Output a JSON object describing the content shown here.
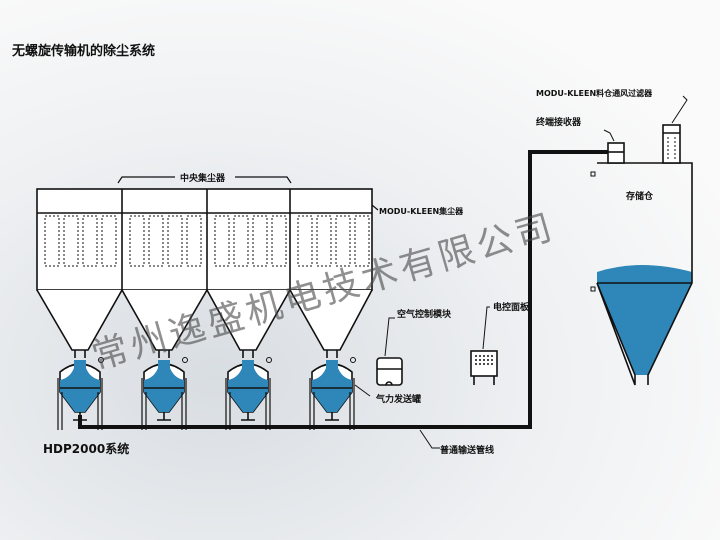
{
  "title": "无螺旋传输机的除尘系统",
  "labels": {
    "central_collector": "中央集尘器",
    "modu_kleen_collector": "MODU-KLEEN集尘器",
    "bin_vent_filter": "MODU-KLEEN料仓通风过滤器",
    "terminal_receiver": "终端接收器",
    "storage_silo": "存储仓",
    "air_control_module": "空气控制模块",
    "control_panel": "电控面板",
    "pneumatic_vessel": "气力发送罐",
    "conveying_pipe": "普通输送管线",
    "hdp_system": "HDP2000系统"
  },
  "watermark": "常州逸盛机电技术有限公司",
  "colors": {
    "material": "#2f86b8",
    "line": "#111111"
  }
}
